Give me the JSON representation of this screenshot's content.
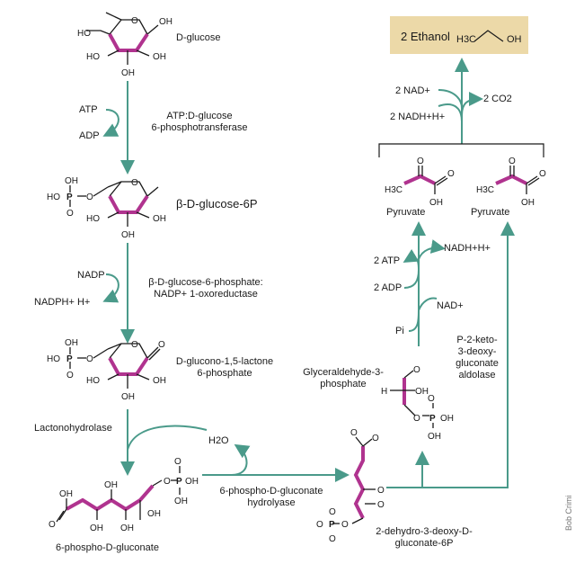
{
  "product": {
    "label": "2 Ethanol",
    "formula_h3c": "H3C",
    "formula_oh": "OH"
  },
  "atoms": {
    "ho": "HO",
    "oh": "OH",
    "o": "O",
    "p": "P",
    "h": "H",
    "h2o": "H2O"
  },
  "molecules": {
    "glucose": "D-glucose",
    "glucose6p": "β-D-glucose-6P",
    "lactone": [
      "D-glucono-1,5-lactone",
      "6-phosphate"
    ],
    "gluconate": "6-phospho-D-gluconate",
    "kdpg": [
      "2-dehydro-3-deoxy-D-",
      "gluconate-6P"
    ],
    "g3p": [
      "Glyceraldehyde-3-",
      "phosphate"
    ],
    "pyruvate_left": "Pyruvate",
    "pyruvate_right": "Pyruvate"
  },
  "enzymes": {
    "hexokinase": [
      "ATP:D-glucose",
      "6-phosphotransferase"
    ],
    "g6pdh": [
      "β-D-glucose-6-phosphate:",
      "NADP+ 1-oxoreductase"
    ],
    "lactonase": "Lactonohydrolase",
    "dehydratase": [
      "6-phospho-D-gluconate",
      "hydrolyase"
    ],
    "aldolase": [
      "P-2-keto-",
      "3-deoxy-",
      "gluconate",
      "aldolase"
    ]
  },
  "cofactors": {
    "atp": "ATP",
    "adp": "ADP",
    "nadp": "NADP",
    "nadph": "NADPH+ H+",
    "two_atp": "2 ATP",
    "two_adp": "2 ADP",
    "pi": "Pi",
    "nadh_lower": "NADH+H+",
    "nad_lower": "NAD+",
    "two_nad": "2 NAD+",
    "two_nadh": "2 NADH+H+",
    "two_co2": "2 CO2"
  },
  "credit": "Bob Crimi",
  "colors": {
    "arrow": "#4a9a8a",
    "bond": "#b0338f",
    "box": "#ecd9a8"
  }
}
